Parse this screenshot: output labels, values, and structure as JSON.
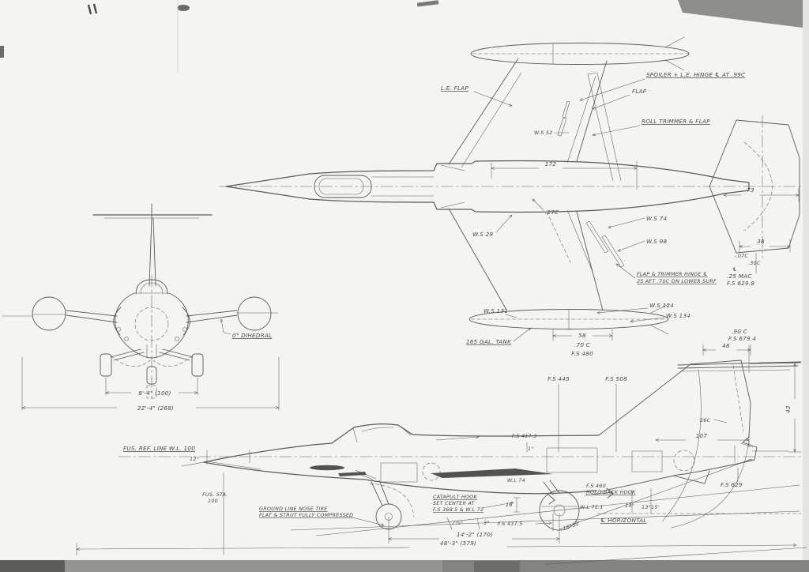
{
  "colors": {
    "paper": "#f5f4ef",
    "ink": "#54524d",
    "scan_band": "#8f8e8b"
  },
  "top": {
    "le_flap": "L.E. FLAP",
    "spoiler_hinge": "SPOILER + L.E. HINGE ℄ AT .99C",
    "flap": "FLAP",
    "roll_trimmer": "ROLL TRIMMER & FLAP",
    "ws_52": "W.S 52",
    "dim_172": "172",
    "c_27": ".27C",
    "ws_29": "W.S 29",
    "ws_74": "W.S 74",
    "ws_98": "W.S 98",
    "dim_73": "73",
    "dim_38": "38",
    "c_neg07": "-.07C",
    "c_30": ".30C",
    "cl_sym": "℄",
    "mac_25": ".25 MAC",
    "fs_629_8": "F.S 629.8",
    "flap_trimmer_1": "FLAP & TRIMMER HINGE ℄",
    "flap_trimmer_2": "25 AFT .70C ON LOWER SURF",
    "ws_124": "W.S 124",
    "ws_134": "W.S 134",
    "ws_131": "W.S 131",
    "tank": "165 GAL. TANK",
    "dim_58": "58",
    "c_70": ".70 C",
    "fs_480": "F.S 480"
  },
  "front": {
    "dihedral": "0° DIHEDRAL",
    "track": "8'-4\" (100)",
    "span": "22'-4\" (268)"
  },
  "side": {
    "fus_ref": "FUS. REF. LINE  W.L. 100",
    "deg_12": "12°",
    "fus_sta_1": "FUS. STA.",
    "fus_sta_2": "100",
    "fs_445": "F.S 445",
    "fs_508": "F.S 508",
    "fs_417": "F.S 417.3",
    "deg_1": "1°",
    "dim_107": "107",
    "c_36": "36C",
    "c_90": ".90 C",
    "fs_679": "F.S 679.4",
    "dim_48": "48",
    "dim_42": "42",
    "fs_629": "F.S 629",
    "deg_14": "14°",
    "deg_13": "13°15'",
    "horizontal": "℄ HORIZONTAL",
    "wl_74": "W.L 74",
    "fs_460": "F.S 460",
    "holdback": "HOLD-BACK HOOK",
    "wl_71": "W.L 71.1",
    "cat_1": "CATAPULT HOOK",
    "cat_2": "SET CENTER AT",
    "cat_3": "F.S 368.5 & W.L 72",
    "grd_1": "GROUND LINE  NOSE TIRE",
    "grd_2": "FLAT & STRUT FULLY COMPRESSED",
    "deg_75": "7½°",
    "deg_3": "3°",
    "fs_437": "F.S 437.5",
    "deg_1630": "16°30'",
    "dim_16": "16",
    "dim_142": "14'-2\" (170)",
    "dim_483": "48'-3\" (579)"
  }
}
